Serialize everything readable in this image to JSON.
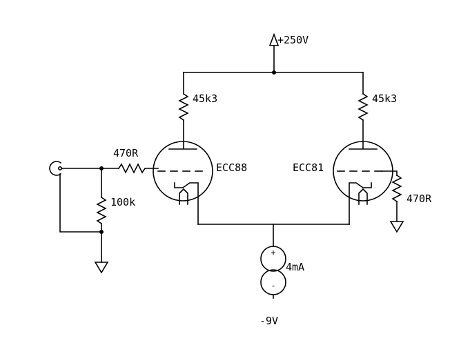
{
  "supply": {
    "positive": "+250V",
    "negative": "-9V"
  },
  "tubes": {
    "left": "ECC88",
    "right": "ECC81"
  },
  "resistors": {
    "plate_left": "45k3",
    "plate_right": "45k3",
    "grid_stopper": "470R",
    "grid_leak": "100k",
    "grid_right": "470R"
  },
  "current_source": {
    "value": "4mA",
    "plus": "+",
    "minus": "-"
  }
}
